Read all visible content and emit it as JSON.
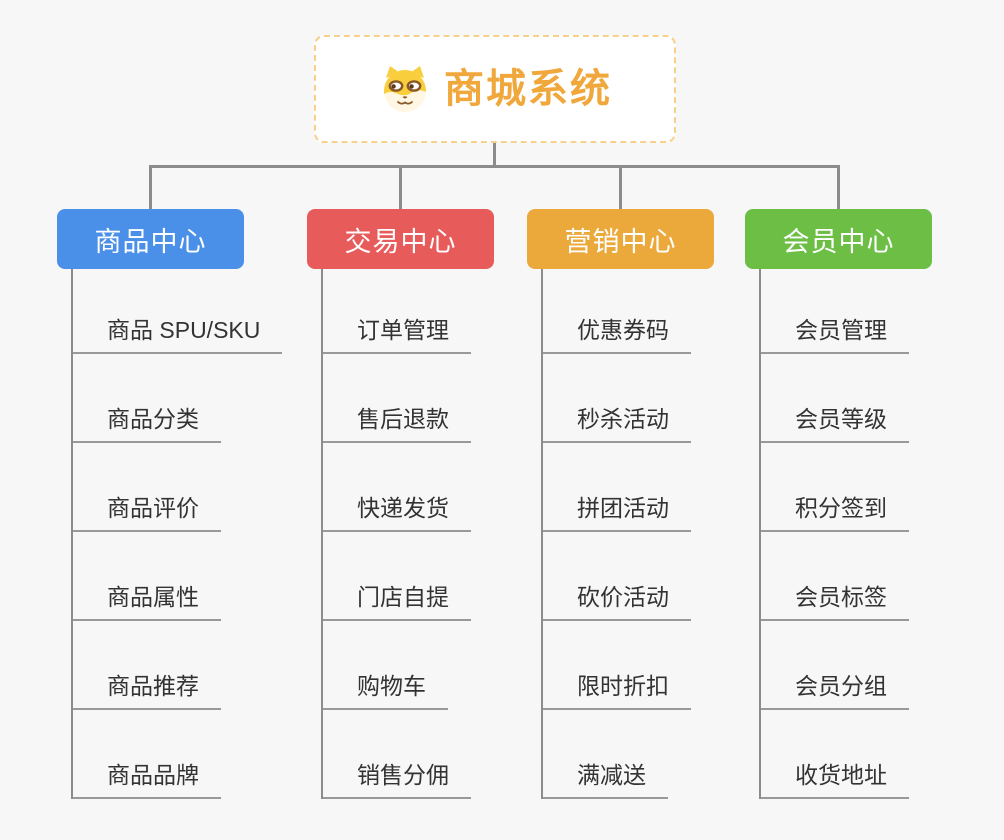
{
  "root": {
    "label": "商城系统",
    "icon": "dog-face-icon",
    "text_color": "#F0A73C",
    "border_color": "#F8D08A",
    "background": "#FFFFFF"
  },
  "branches": [
    {
      "label": "商品中心",
      "color": "#4A8FE8",
      "children": [
        "商品 SPU/SKU",
        "商品分类",
        "商品评价",
        "商品属性",
        "商品推荐",
        "商品品牌"
      ]
    },
    {
      "label": "交易中心",
      "color": "#E85B5B",
      "children": [
        "订单管理",
        "售后退款",
        "快递发货",
        "门店自提",
        "购物车",
        "销售分佣"
      ]
    },
    {
      "label": "营销中心",
      "color": "#EBA93C",
      "children": [
        "优惠券码",
        "秒杀活动",
        "拼团活动",
        "砍价活动",
        "限时折扣",
        "满减送"
      ]
    },
    {
      "label": "会员中心",
      "color": "#6CBE45",
      "children": [
        "会员管理",
        "会员等级",
        "积分签到",
        "会员标签",
        "会员分组",
        "收货地址"
      ]
    }
  ],
  "colors": {
    "background": "#F7F7F7",
    "connector": "#8C8C8C",
    "leaf_underline": "#999999",
    "leaf_text": "#333333",
    "branch_text": "#FFFFFF"
  }
}
